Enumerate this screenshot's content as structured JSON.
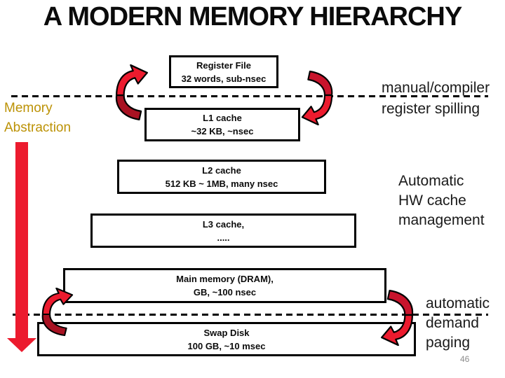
{
  "title": "A MODERN MEMORY HIERARCHY",
  "page_number": "46",
  "memory_abstraction": {
    "line1": "Memory",
    "line2": "Abstraction"
  },
  "hierarchy": [
    {
      "id": "register-file",
      "line1": "Register File",
      "line2": "32 words, sub-nsec"
    },
    {
      "id": "l1-cache",
      "line1": "L1 cache",
      "line2": "~32 KB, ~nsec"
    },
    {
      "id": "l2-cache",
      "line1": "L2 cache",
      "line2": "512 KB ~ 1MB, many nsec"
    },
    {
      "id": "l3-cache",
      "line1": "L3 cache,",
      "line2": "....."
    },
    {
      "id": "main-memory",
      "line1": "Main memory (DRAM),",
      "line2": "GB, ~100 nsec"
    },
    {
      "id": "swap-disk",
      "line1": "Swap Disk",
      "line2": "100 GB, ~10 msec"
    }
  ],
  "annotations": {
    "register_spilling": {
      "line1": "manual/compiler",
      "line2": "register spilling"
    },
    "cache_management": {
      "line1": "Automatic",
      "line2": "HW cache",
      "line3": "management"
    },
    "demand_paging": {
      "line1": "automatic",
      "line2": "demand",
      "line3": "paging"
    }
  },
  "colors": {
    "arrow_red": "#EC1B2E",
    "arrow_dark_red": "#A81222",
    "abstraction_gold": "#BC9206",
    "page_number_gray": "#8c8c8c"
  }
}
